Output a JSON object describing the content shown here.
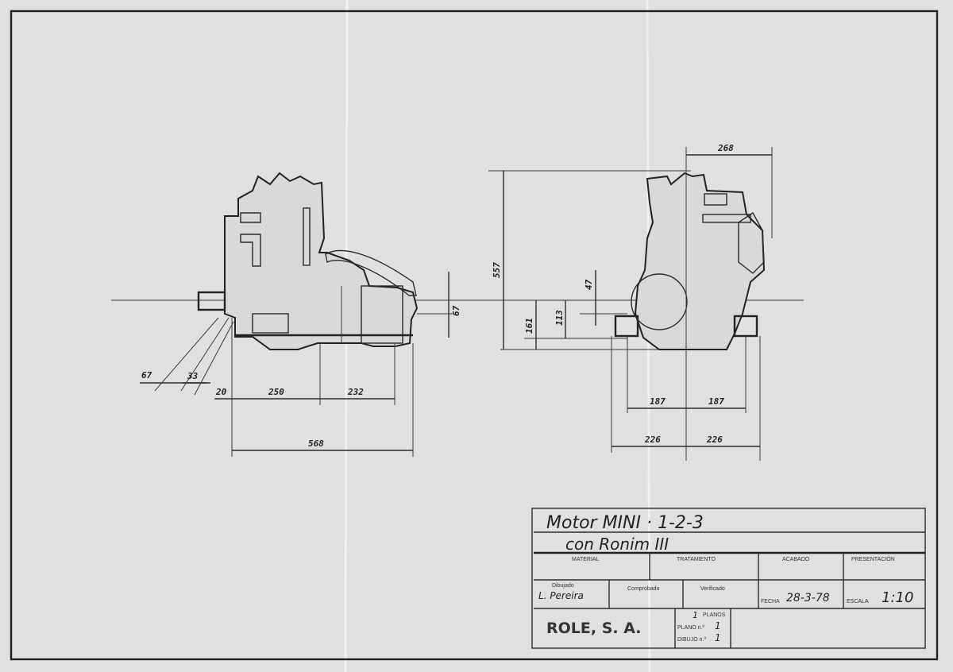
{
  "drawing": {
    "dimensions": {
      "left_view": {
        "d67_left": "67",
        "d33": "33",
        "d20": "20",
        "d250": "250",
        "d232": "232",
        "d568": "568",
        "d67_vertical": "67"
      },
      "right_view": {
        "d268": "268",
        "d557": "557",
        "d47": "47",
        "d113": "113",
        "d161": "161",
        "d187_left": "187",
        "d187_right": "187",
        "d226_left": "226",
        "d226_right": "226"
      }
    }
  },
  "title_block": {
    "title_line1": "Motor  MINI · 1-2-3",
    "title_line2": "con  Ronim  III",
    "headers": {
      "material": "MATERIAL",
      "tratamiento": "TRATAMIENTO",
      "acabado": "ACABADO",
      "presentacion": "PRESENTACIÓN"
    },
    "dibujado_label": "Dibujado",
    "dibujado_value": "L. Pereira",
    "comprobado_label": "Comprobado",
    "verificado_label": "Verificado",
    "fecha_label": "FECHA",
    "fecha_value": "28-3-78",
    "escala_label": "ESCALA",
    "escala_value": "1:10",
    "company": "ROLE, S. A.",
    "planos_label": "PLANOS",
    "planos_value": "1",
    "plano_no_label": "PLANO n.º",
    "plano_no_value": "1",
    "dibujo_no_label": "DIBUJO n.º",
    "dibujo_no_value": "1"
  }
}
